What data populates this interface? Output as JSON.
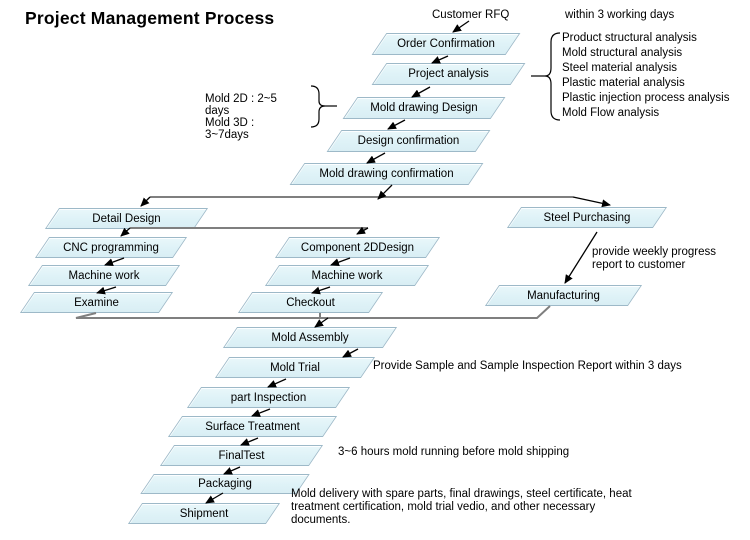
{
  "title": "Project Management Process",
  "diagram": {
    "nodes": [
      {
        "id": "order-confirmation",
        "label": "Order Confirmation"
      },
      {
        "id": "project-analysis",
        "label": "Project analysis"
      },
      {
        "id": "mold-drawing-design",
        "label": "Mold drawing Design"
      },
      {
        "id": "design-confirmation",
        "label": "Design confirmation"
      },
      {
        "id": "mold-drawing-confirmation",
        "label": "Mold drawing confirmation"
      },
      {
        "id": "detail-design",
        "label": "Detail Design"
      },
      {
        "id": "cnc-programming",
        "label": "CNC programming"
      },
      {
        "id": "machine-work-left",
        "label": "Machine work"
      },
      {
        "id": "examine",
        "label": "Examine"
      },
      {
        "id": "component-2d-design",
        "label": "Component 2DDesign"
      },
      {
        "id": "machine-work-mid",
        "label": "Machine work"
      },
      {
        "id": "checkout",
        "label": "Checkout"
      },
      {
        "id": "steel-purchasing",
        "label": "Steel Purchasing"
      },
      {
        "id": "manufacturing",
        "label": "Manufacturing"
      },
      {
        "id": "mold-assembly",
        "label": "Mold Assembly"
      },
      {
        "id": "mold-trial",
        "label": "Mold Trial"
      },
      {
        "id": "part-inspection",
        "label": "part Inspection"
      },
      {
        "id": "surface-treatment",
        "label": "Surface Treatment"
      },
      {
        "id": "final-test",
        "label": "FinalTest"
      },
      {
        "id": "packaging",
        "label": "Packaging"
      },
      {
        "id": "shipment",
        "label": "Shipment"
      }
    ],
    "labels": {
      "customer_rfq": "Customer RFQ",
      "within_days": "within 3 working days",
      "analysis_items": [
        "Product structural analysis",
        "Mold structural analysis",
        "Steel material analysis",
        "Plastic material analysis",
        "Plastic injection process analysis",
        "Mold Flow analysis"
      ],
      "mold_note_lines": [
        "Mold 2D : 2~5",
        "days",
        "Mold 3D :",
        "3~7days"
      ],
      "weekly_note_lines": [
        "provide weekly progress",
        "report to customer"
      ],
      "sample_note": "Provide Sample and Sample Inspection Report within 3 days",
      "hours_note": "3~6 hours mold running before mold shipping",
      "delivery_note_lines": [
        "Mold delivery with spare parts, final drawings, steel certificate, heat",
        "treatment certification, mold trial vedio,  and other necessary",
        "documents."
      ]
    },
    "colors": {
      "node_fill": "#def2f7",
      "node_border": "#9db9c8",
      "connector_gray": "#7f7f7f",
      "arrow_black": "#000000"
    }
  }
}
